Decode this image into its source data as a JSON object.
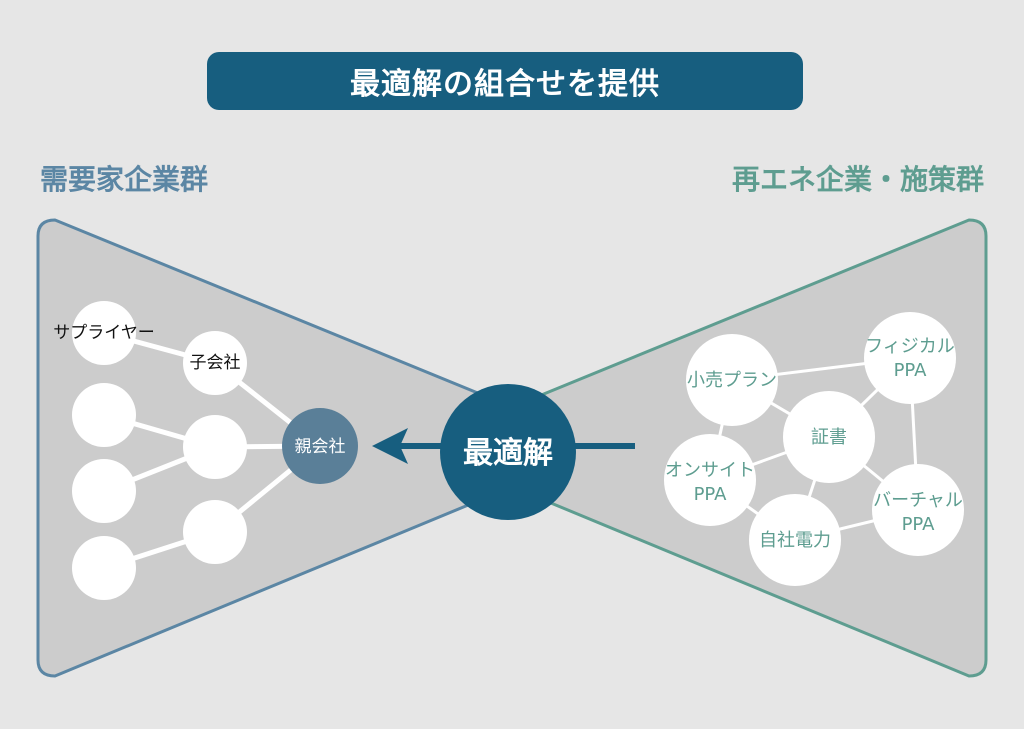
{
  "title": "最適解の組合せを提供",
  "left_group": {
    "label": "需要家企業群",
    "supplier_label": "サプライヤー",
    "subsidiary_label": "子会社",
    "parent_label": "親会社"
  },
  "right_group": {
    "label": "再エネ企業・施策群",
    "nodes": {
      "retail": "小売プラン",
      "physical": [
        "フィジカル",
        "PPA"
      ],
      "certificate": "証書",
      "onsite": [
        "オンサイト",
        "PPA"
      ],
      "virtual": [
        "バーチャル",
        "PPA"
      ],
      "self": "自社電力"
    }
  },
  "center": {
    "label": "最適解"
  },
  "colors": {
    "banner": "#175e7f",
    "left_accent": "#5b86a4",
    "right_accent": "#5e9d90",
    "parent_node": "#5a7f98",
    "center_node": "#175e7f",
    "panel_fill": "#cccccc"
  }
}
